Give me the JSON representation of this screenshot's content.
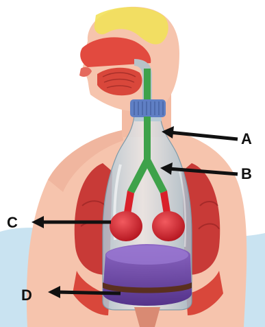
{
  "labels": {
    "a": "A",
    "b": "B",
    "c": "C",
    "d": "D"
  },
  "colors": {
    "skin": "#f6c4ad",
    "skin_dark": "#e79c84",
    "muscle": "#d9473b",
    "lung": "#c83a37",
    "sinus": "#f2e15a",
    "bottle": "#c9dce6",
    "cap": "#5f7fc4",
    "straw": "#3ea24a",
    "balloon": "#d9202a",
    "membrane": "#6a3fa2",
    "arrow": "#111111",
    "background_wave": "#c9e3f1"
  },
  "icons": [
    "arrow-icon"
  ]
}
